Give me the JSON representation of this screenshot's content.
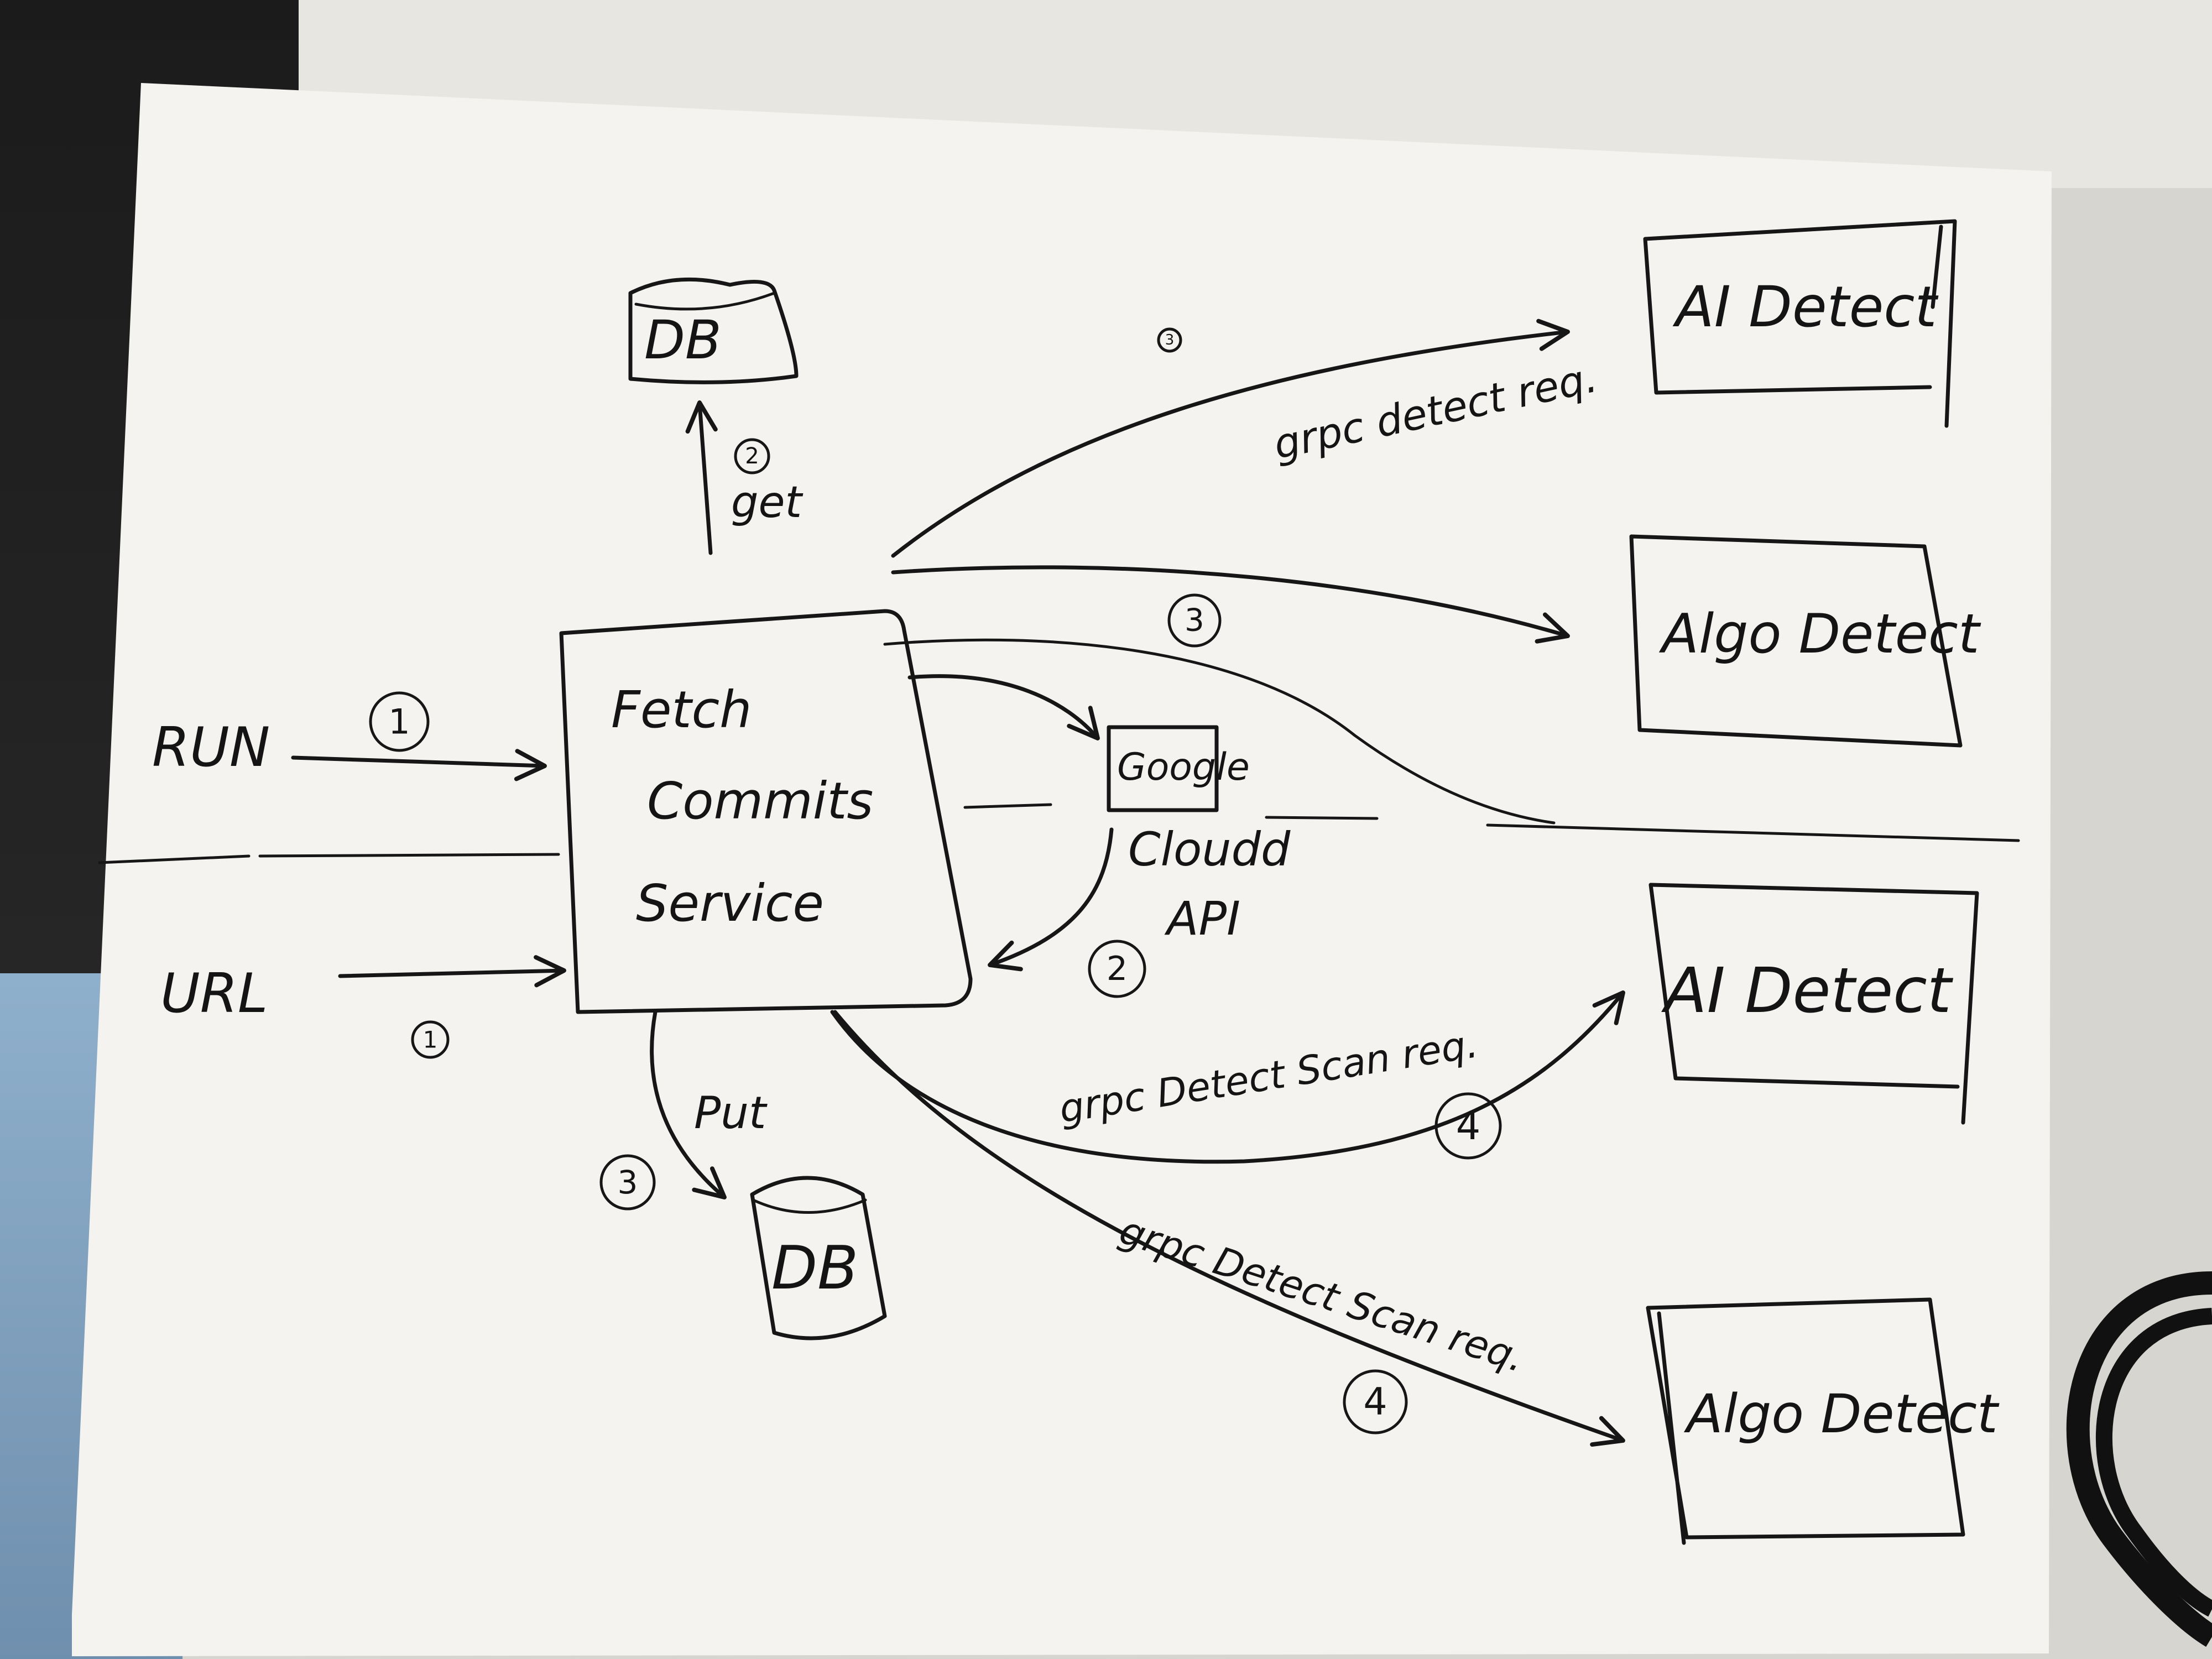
{
  "nodes": {
    "db_top": "DB",
    "db_bottom": "DB",
    "service": [
      "Fetch",
      "Commits",
      "Service"
    ],
    "google": [
      "Google",
      "Cloudd",
      "API"
    ],
    "ai_detect_top": "AI Detect",
    "algo_detect_top": "Algo Detect",
    "ai_detect_bottom": "AI Detect",
    "algo_detect_bottom": "Algo Detect"
  },
  "inputs": {
    "run": "RUN",
    "url": "URL"
  },
  "edge_labels": {
    "get": "get",
    "put": "Put",
    "grpc_detect_req": "grpc detect req.",
    "grpc_detect_scan_req_ai": "grpc Detect Scan req.",
    "grpc_detect_scan_req_algo": "grpc Detect Scan req."
  },
  "step_numbers": {
    "run": "1",
    "url": "1",
    "get": "2",
    "grpc_top": "3",
    "algo_top": "3",
    "google_return": "2",
    "put": "3",
    "ai_bottom": "4",
    "algo_bottom": "4"
  }
}
